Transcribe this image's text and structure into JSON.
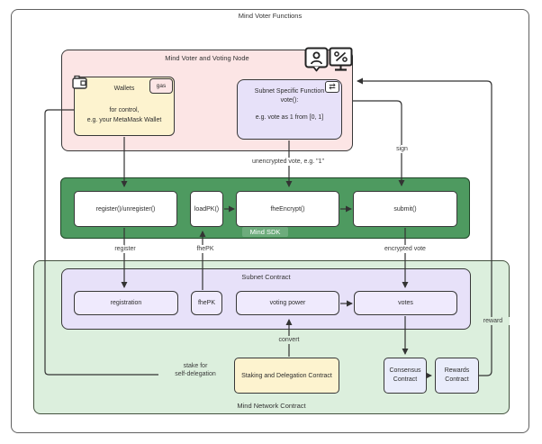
{
  "diagram_title": "Mind Voter Functions",
  "voter_node": {
    "title": "Mind Voter and Voting Node",
    "wallets": {
      "title": "Wallets",
      "desc1": "for control,",
      "desc2": "e.g. your MetaMask Wallet",
      "badge": "gas"
    },
    "subnet_function": {
      "line1": "Subnet Specific Function",
      "line2": "vote():",
      "line3": "e.g. vote as 1 from [0, 1]",
      "swap_glyph": "⇄"
    }
  },
  "sdk": {
    "label": "Mind SDK",
    "boxes": [
      "register()/unregister()",
      "loadPK()",
      "fheEncrypt()",
      "submit()"
    ]
  },
  "network": {
    "label": "Mind Network Contract",
    "subnet_contract": {
      "label": "Subnet Contract",
      "boxes": [
        "registration",
        "fhePK",
        "voting power",
        "votes"
      ]
    },
    "staking_label": "Staking and Delegation Contract",
    "consensus": [
      "Consensus",
      "Contract"
    ],
    "rewards": [
      "Rewards",
      "Contract"
    ]
  },
  "edges": {
    "unencrypted_vote": "unencrypted vote, e.g. \"1\"",
    "sign": "sign",
    "register": "register",
    "fhepk": "fhePK",
    "encrypted_vote": "encrypted vote",
    "reward": "reward",
    "convert": "convert",
    "stake_line1": "stake for",
    "stake_line2": "self-delegation"
  },
  "colors": {
    "voter_node_fill": "#fce5e5",
    "wallet_fill": "#fdf3cf",
    "function_fill": "#e7e1f9",
    "sdk_fill": "#4e9a60",
    "network_fill": "#dcefdd",
    "subnet_inner_fill": "#efeafd",
    "contract_fill": "#e9ecfb",
    "line": "#333333"
  }
}
